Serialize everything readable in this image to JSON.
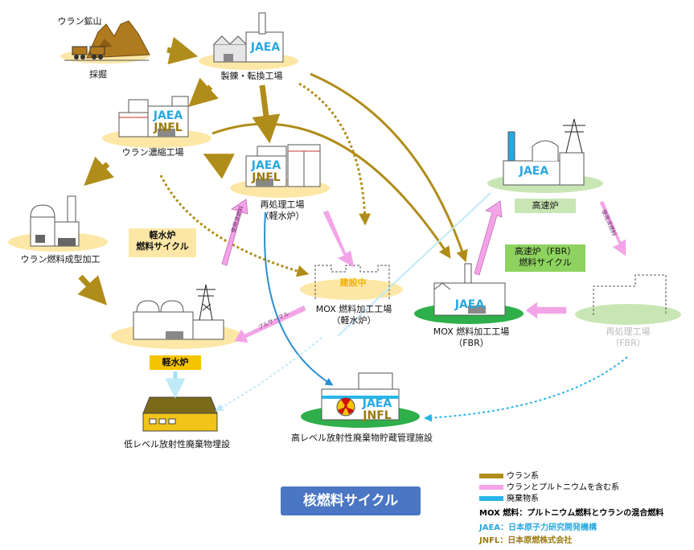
{
  "facilities": {
    "mine": {
      "name": "ウラン鉱山",
      "mining": "採掘"
    },
    "refining": {
      "name": "製錬・転換工場",
      "org": "JAEA"
    },
    "enrichment": {
      "name": "ウラン濃縮工場",
      "org1": "JAEA",
      "org2": "JNFL"
    },
    "reprocessing_lwr": {
      "line1": "再処理工場",
      "line2": "（軽水炉）",
      "org1": "JAEA",
      "org2": "JNFL"
    },
    "fabrication": {
      "name": "ウラン燃料成型加工"
    },
    "mox_lwr": {
      "line1": "MOX 燃料加工工場",
      "line2": "（軽水炉）",
      "status": "建設中"
    },
    "lwr": {
      "name": "軽水炉"
    },
    "fbr": {
      "name": "高速炉",
      "org": "JAEA"
    },
    "mox_fbr": {
      "line1": "MOX 燃料加工工場",
      "line2": "（FBR）",
      "org": "JAEA"
    },
    "reprocessing_fbr": {
      "line1": "再処理工場",
      "line2": "（FBR）"
    },
    "low_level": {
      "name": "低レベル放射性廃棄物埋設"
    },
    "high_level": {
      "name": "高レベル放射性廃棄物貯蔵管理施設",
      "org1": "JAEA",
      "org2": "JNFL"
    }
  },
  "cycles": {
    "lwr_cycle": {
      "line1": "軽水炉",
      "line2": "燃料サイクル"
    },
    "fbr_cycle": {
      "line1": "高速炉（FBR）",
      "line2": "燃料サイクル"
    }
  },
  "arrow_labels": {
    "spent_fuel_lwr": "使用済燃料",
    "pluthermal": "プルサーマル",
    "spent_fuel_fbr": "使用済燃料"
  },
  "title": "核燃料サイクル",
  "legend": {
    "uranium": {
      "label": "ウラン系",
      "color": "#b08d1a"
    },
    "u_pu": {
      "label": "ウランとプルトニウムを含む系",
      "color": "#f5a3e8"
    },
    "waste": {
      "label": "廃棄物系",
      "color": "#29b6e8"
    },
    "mox_note": "MOX 燃料：プルトニウム燃料とウランの混合燃料",
    "jaea_note": "JAEA：日本原子力研究開発機構",
    "jnfl_note": "JNFL：日本原燃株式会社"
  },
  "colors": {
    "jaea": "#29a8e0",
    "jnfl": "#9a7a10",
    "ellipse_yellow": "#fde7a6",
    "ellipse_green": "#2eaf4a"
  }
}
